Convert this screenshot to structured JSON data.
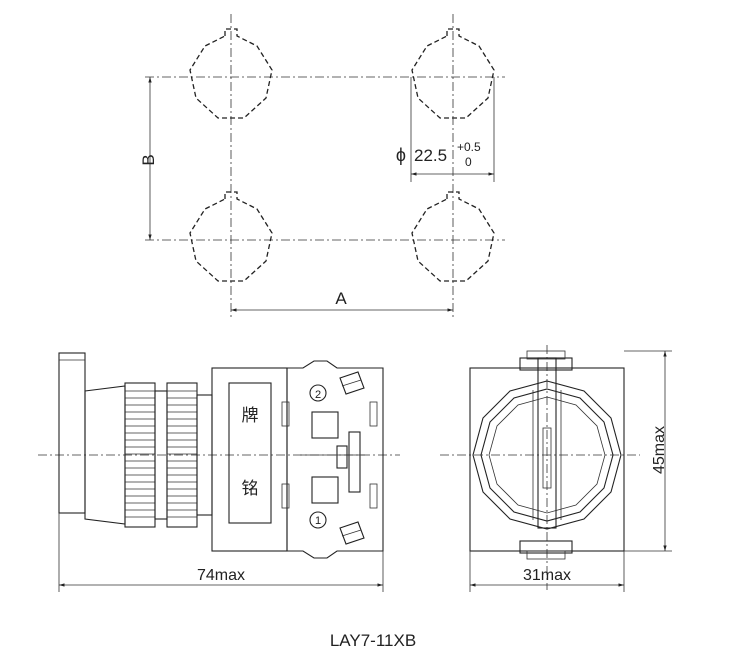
{
  "drawing": {
    "model": "LAY7-11XB",
    "dim_a": "A",
    "dim_b": "B",
    "hole_symbol": "ϕ",
    "hole_diameter": "22.5",
    "tol_upper": "+0.5",
    "tol_lower": "0",
    "side_length": "74max",
    "front_width": "31max",
    "front_height": "45max",
    "nameplate_char_1": "牌",
    "nameplate_char_2": "铭",
    "terminal_1": "1",
    "terminal_2": "2"
  }
}
